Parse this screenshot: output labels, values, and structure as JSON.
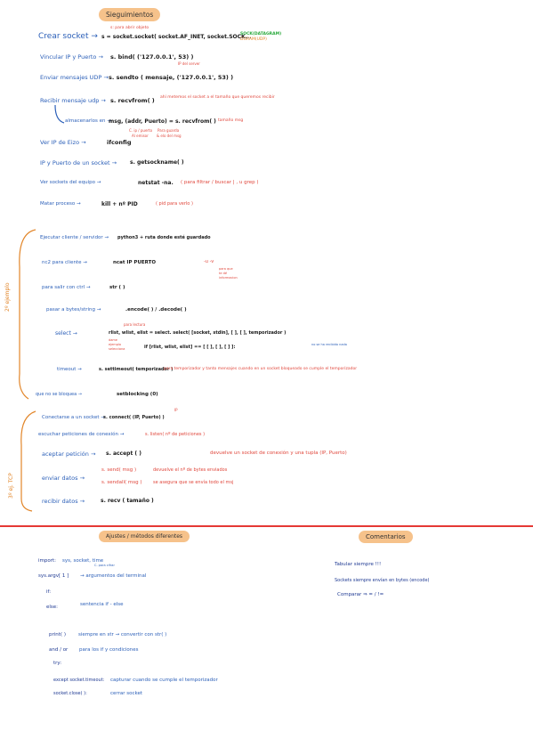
{
  "top": {
    "title": "Sieguimientos",
    "rows": [
      {
        "label": "Crear socket →",
        "code": "s = socket.socket( socket.AF_INET, socket.SOCK...",
        "note_red": "s: para abrir objeto",
        "note_green": "SOCK(DATAGRAM)",
        "note_orange": "DGRAM(UDP)"
      },
      {
        "label": "Vincular IP y Puerto →",
        "code": "s. bind( ('127.0.0.1', 53) )",
        "note_red": "IP del server"
      },
      {
        "label": "Enviar mensajes UDP →",
        "code": "s. sendto ( mensaje, ('127.0.0.1', 53) )"
      },
      {
        "label": "Recibir mensaje udp →",
        "code": "s. recvfrom( )",
        "note_red": "ahí metemos el socket a el tamaño que queremos recibir"
      },
      {
        "label": "almacenarlos en →",
        "code": "msg, (addr, Puerto) = s. recvfrom( )",
        "note_red": "tamaño msg",
        "sub1": "C. ip / puerto",
        "sub2": "Al emisor",
        "sub3": "Para guarda",
        "sub4": "& elo del msg"
      },
      {
        "label": "Ver IP de Eizo →",
        "code": "ifconfig"
      },
      {
        "label": "IP y Puerto de un socket →",
        "code": "s. getsockname( )"
      },
      {
        "label": "Ver sockets del equipo →",
        "code": "netstat -na.",
        "note_red": "( para filtrar / buscar | , u grep )"
      },
      {
        "label": "Matar proceso →",
        "code": "kill + nº PID",
        "note_red": "( pid para verlo )"
      }
    ]
  },
  "middle": {
    "side_label": "2º ejemplo",
    "rows": [
      {
        "label": "Ejecutar cliente / servidor →",
        "code": "python3 + ruta donde esté guardado"
      },
      {
        "label": "nc2 para cliente →",
        "code": "ncat     IP     PUERTO",
        "note_red": "-u  -v",
        "sub1": "para que",
        "sub2": "te dé",
        "sub3": "informacion"
      },
      {
        "label": "para salir con ctrl →",
        "code": "str ( )"
      },
      {
        "label": "pasar a bytes/string →",
        "code": ".encode( ) / .decode( )"
      },
      {
        "label": "select →",
        "code": "rlist, wlist, elist = select. select( [socket, stdin], [ ], [ ], temporizador )",
        "note_red": "para lectura",
        "sub1": "dame",
        "sub2": "ejemplo",
        "sub3": "selecciona",
        "code2": "if [rlist, wlist, elist] == [ [ ], [ ], [ ] ]:",
        "note_blue": "no se ha recibido nada"
      },
      {
        "label": "timeout →",
        "code": "s. settimeout( temporizador )",
        "note_red": "para temporizador y tanto mensajes cuando en un socket bloqueado se cumple el temporizador"
      },
      {
        "label": "que no se bloquea →",
        "code": "setblocking (0)"
      }
    ]
  },
  "tcp": {
    "side_label": "3º ej. TCP",
    "rows": [
      {
        "label": "Conectarse a un socket →",
        "code": "s. connect( (IP, Puerto) )",
        "note_red": "IP"
      },
      {
        "label": "escuchar peticiones de conexión →",
        "code": "s. listen( nº de peticiones )"
      },
      {
        "label": "aceptar petición →",
        "code": "s. accept ( )",
        "note_red": "devuelve un socket de conexión y una tupla (IP, Puerto)"
      },
      {
        "label": "enviar datos →",
        "code": "s. send( msg )",
        "note_red": "devuelve el nº de bytes enviados",
        "code2": "s. sendall( msg )",
        "note_red2": "se asegura que se envía todo el msj"
      },
      {
        "label": "recibir datos →",
        "code": "s. recv ( tamaño )"
      }
    ]
  },
  "bottom": {
    "left_title": "Ajustes / métodos diferentes",
    "right_title": "Comentarios",
    "left_rows": [
      {
        "label": "import:",
        "code": "sys, socket, time",
        "note": "C. para cifrar"
      },
      {
        "label": "sys.argv[ 1 ]",
        "code": "→ argumentos del terminal"
      },
      {
        "label": "if:",
        "code": ""
      },
      {
        "label": "else:",
        "code": "sentencia if - else"
      },
      {
        "label": "print( )",
        "code": "siempre en str → convertir con str( )"
      },
      {
        "label": "and / or",
        "code": "para los if y condiciones"
      },
      {
        "label": "try:",
        "code": ""
      },
      {
        "label": "except socket.timeout:",
        "code": "capturar cuando se cumple el temporizador"
      },
      {
        "label": "socket.close( ):",
        "code": "cerrar socket"
      }
    ],
    "right_rows": [
      {
        "text": "Tabular siempre !!!"
      },
      {
        "text": "Sockets siempre envían en bytes (encode)"
      },
      {
        "text": "Comparar ⇒  = / !="
      }
    ]
  }
}
